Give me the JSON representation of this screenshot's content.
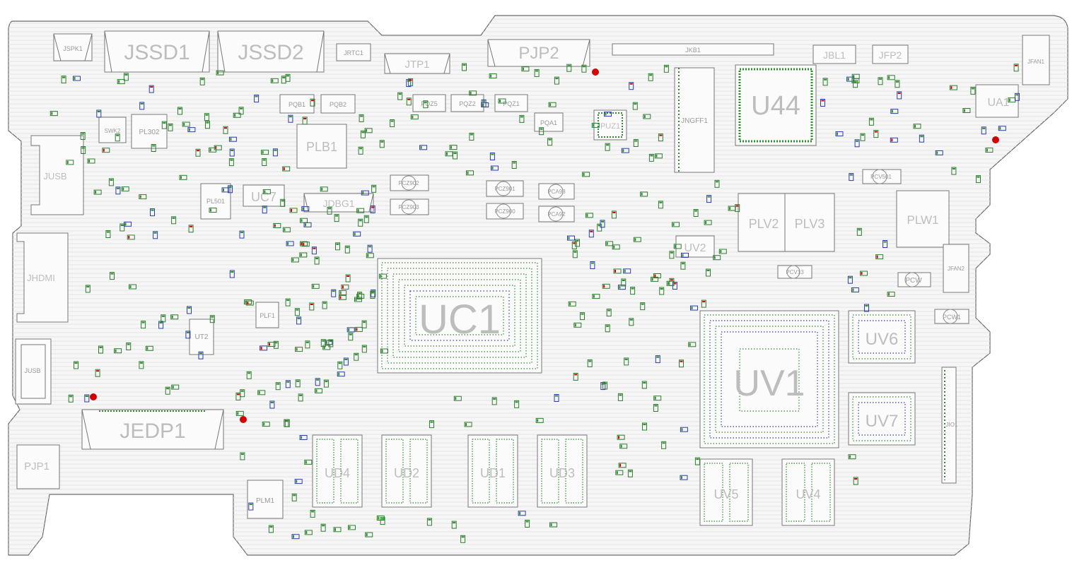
{
  "board": {
    "labels": {
      "JSSD1": "JSSD1",
      "JSSD2": "JSSD2",
      "JSPK1": "JSPK1",
      "JRTC1": "JRTC1",
      "JTP1": "JTP1",
      "PJP2": "PJP2",
      "JKB1": "JKB1",
      "JBL1": "JBL1",
      "JFP2": "JFP2",
      "JFAN1": "JFAN1",
      "U44": "U44",
      "UA1": "UA1",
      "JNGFF1": "JNGFF1",
      "PUZ1": "PUZ1",
      "PQA1": "PQA1",
      "SWK2": "SWK2",
      "PL302": "PL302",
      "PLB1": "PLB1",
      "JUSB": "JUSB",
      "PL501": "PL501",
      "UC7": "UC7",
      "JDBG1": "JDBG1",
      "PCZ902": "PCZ902",
      "PCZ903": "PCZ903",
      "PCZ901": "PCZ901",
      "PCZ900": "PCZ900",
      "PCA93": "PCA93",
      "PCA92": "PCA92",
      "PLV2": "PLV2",
      "PLV3": "PLV3",
      "PLW1": "PLW1",
      "PCV501": "PCV501",
      "UV2": "UV2",
      "JFAN2": "JFAN2",
      "PCV13": "PCV13",
      "PCW": "PCW",
      "PCW1": "PCW1",
      "JHDMI": "JHDMI",
      "UC1": "UC1",
      "UV1": "UV1",
      "UV6": "UV6",
      "UV7": "UV7",
      "PLF1": "PLF1",
      "UT2": "UT2",
      "JUSB2": "JUSB",
      "JEDP1": "JEDP1",
      "PJP1": "PJP1",
      "JIO1": "JIO1",
      "PLM1": "PLM1",
      "UD4": "UD4",
      "UD2": "UD2",
      "UD1": "UD1",
      "UD3": "UD3",
      "UV5": "UV5",
      "UV4": "UV4",
      "PQB1": "PQB1",
      "PQB2": "PQB2",
      "PQZ5": "PQZ5",
      "PQZ2": "PQZ2",
      "PQZ1": "PQZ1"
    }
  }
}
